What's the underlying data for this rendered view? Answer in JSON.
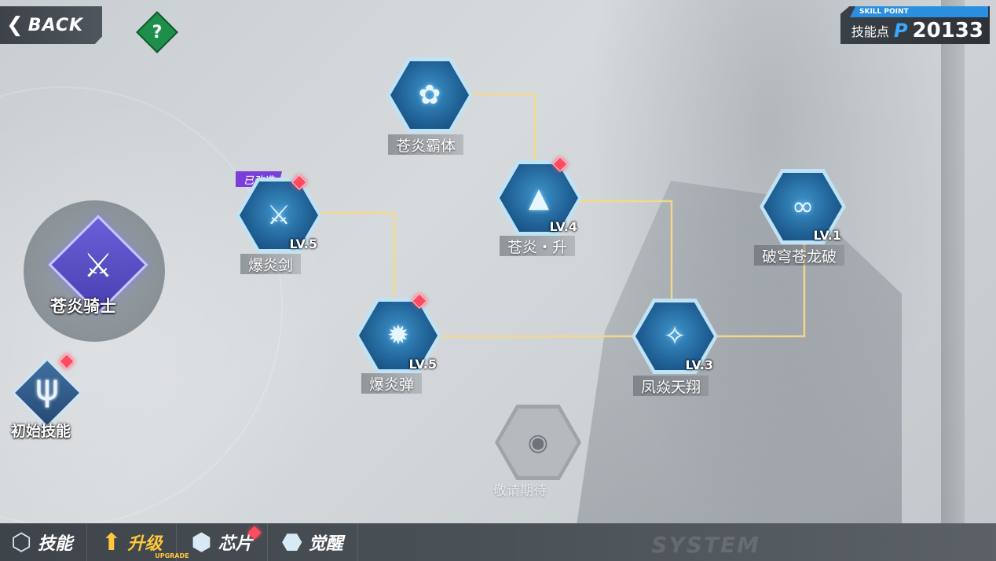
{
  "header": {
    "back_label": "BACK",
    "help_glyph": "?",
    "skill_point": {
      "tag": "SKILL POINT",
      "label": "技能点",
      "currency_symbol": "P",
      "value": "20133"
    }
  },
  "class": {
    "name": "苍炎骑士",
    "icon": "crest-icon"
  },
  "initial_skill": {
    "name": "初始技能",
    "icon": "trident-icon"
  },
  "skills": [
    {
      "id": "cangyan-bati",
      "name": "苍炎霸体",
      "level": "",
      "icon": "flame-ring-icon"
    },
    {
      "id": "baoyan-jian",
      "name": "爆炎剑",
      "level": "LV.5",
      "icon": "sword-icon",
      "tag": "已改造"
    },
    {
      "id": "cangyan-sheng",
      "name": "苍炎・升",
      "level": "LV.4",
      "icon": "rising-flame-icon"
    },
    {
      "id": "poqiong-canglongpo",
      "name": "破穹苍龙破",
      "level": "LV.1",
      "icon": "dragon-icon"
    },
    {
      "id": "baoyan-dan",
      "name": "爆炎弹",
      "level": "LV.5",
      "icon": "burst-icon"
    },
    {
      "id": "fengyan-tianxiang",
      "name": "凤焱天翔",
      "level": "LV.3",
      "icon": "wing-icon"
    }
  ],
  "locked_skill": {
    "name": "敬请期待",
    "icon": "lock-icon"
  },
  "bottom_nav": [
    {
      "label": "技能",
      "icon": "hexagons-icon",
      "active": false
    },
    {
      "label": "升级",
      "sub": "UPGRADE",
      "icon": "upgrade-arrow-icon",
      "active": true
    },
    {
      "label": "芯片",
      "icon": "chip-icon",
      "active": false
    },
    {
      "label": "觉醒",
      "icon": "awaken-icon",
      "active": false
    }
  ],
  "watermark": "SYSTEM",
  "colors": {
    "skill_blue": "#1f5f93",
    "link_gold": "#f3d98a",
    "alert_red": "#ff4c61",
    "modified_purple": "#7b3fd9",
    "skill_point_blue": "#2a8fe0",
    "active_yellow": "#ffc93a"
  }
}
